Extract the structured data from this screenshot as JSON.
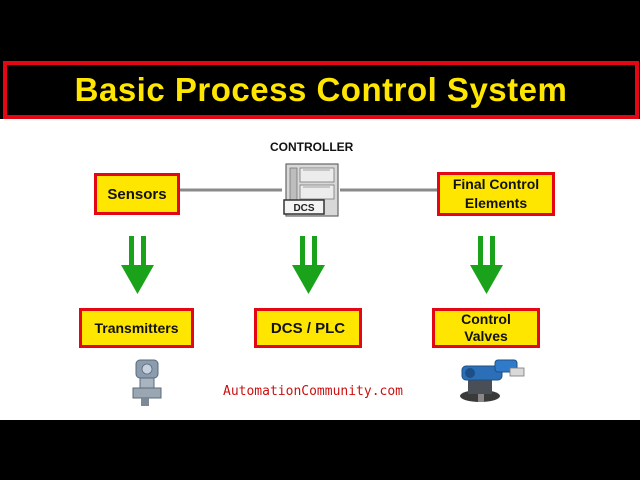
{
  "title": "Basic Process Control System",
  "controller": {
    "label": "CONTROLLER",
    "panel_text": "DCS"
  },
  "boxes": {
    "sensors": "Sensors",
    "final_control": "Final Control Elements",
    "transmitters": "Transmitters",
    "dcs_plc": "DCS / PLC",
    "control_valves": "Control Valves"
  },
  "website": "AutomationCommunity.com",
  "colors": {
    "title_text": "#ffe600",
    "title_border": "#e30613",
    "box_fill": "#ffe600",
    "box_border": "#e30613",
    "arrow": "#1aa31a",
    "website_text": "#cc1010"
  }
}
